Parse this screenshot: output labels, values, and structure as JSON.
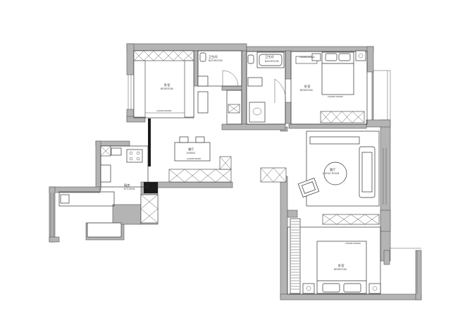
{
  "rooms": {
    "bedroom_nw": {
      "cn": "卧室",
      "en": "BEDROOM"
    },
    "bathroom_1": {
      "cn": "卫生间",
      "en": "BATHROOM"
    },
    "bathroom_2": {
      "cn": "卫生间",
      "en": "BATHROOM"
    },
    "bedroom_ne": {
      "cn": "卧室",
      "en": "BEDROOM"
    },
    "dining": {
      "cn": "餐厅",
      "en": "DINING"
    },
    "kitchen": {
      "cn": "厨房",
      "en": "KITCHEN"
    },
    "living": {
      "cn": "客厅",
      "en": "LIVING ROOM"
    },
    "bedroom_se": {
      "cn": "卧室",
      "en": "BEDROOM"
    }
  },
  "notes": {
    "wardrobe_nw": "1111MM×2000MM",
    "wardrobe_ne_top": "1500MM×2000MM",
    "wardrobe_ne_bottom": "1500MM×2000MM",
    "dining_table": "1100MM×800MM",
    "bed_se": "1500MM×2000MM"
  }
}
